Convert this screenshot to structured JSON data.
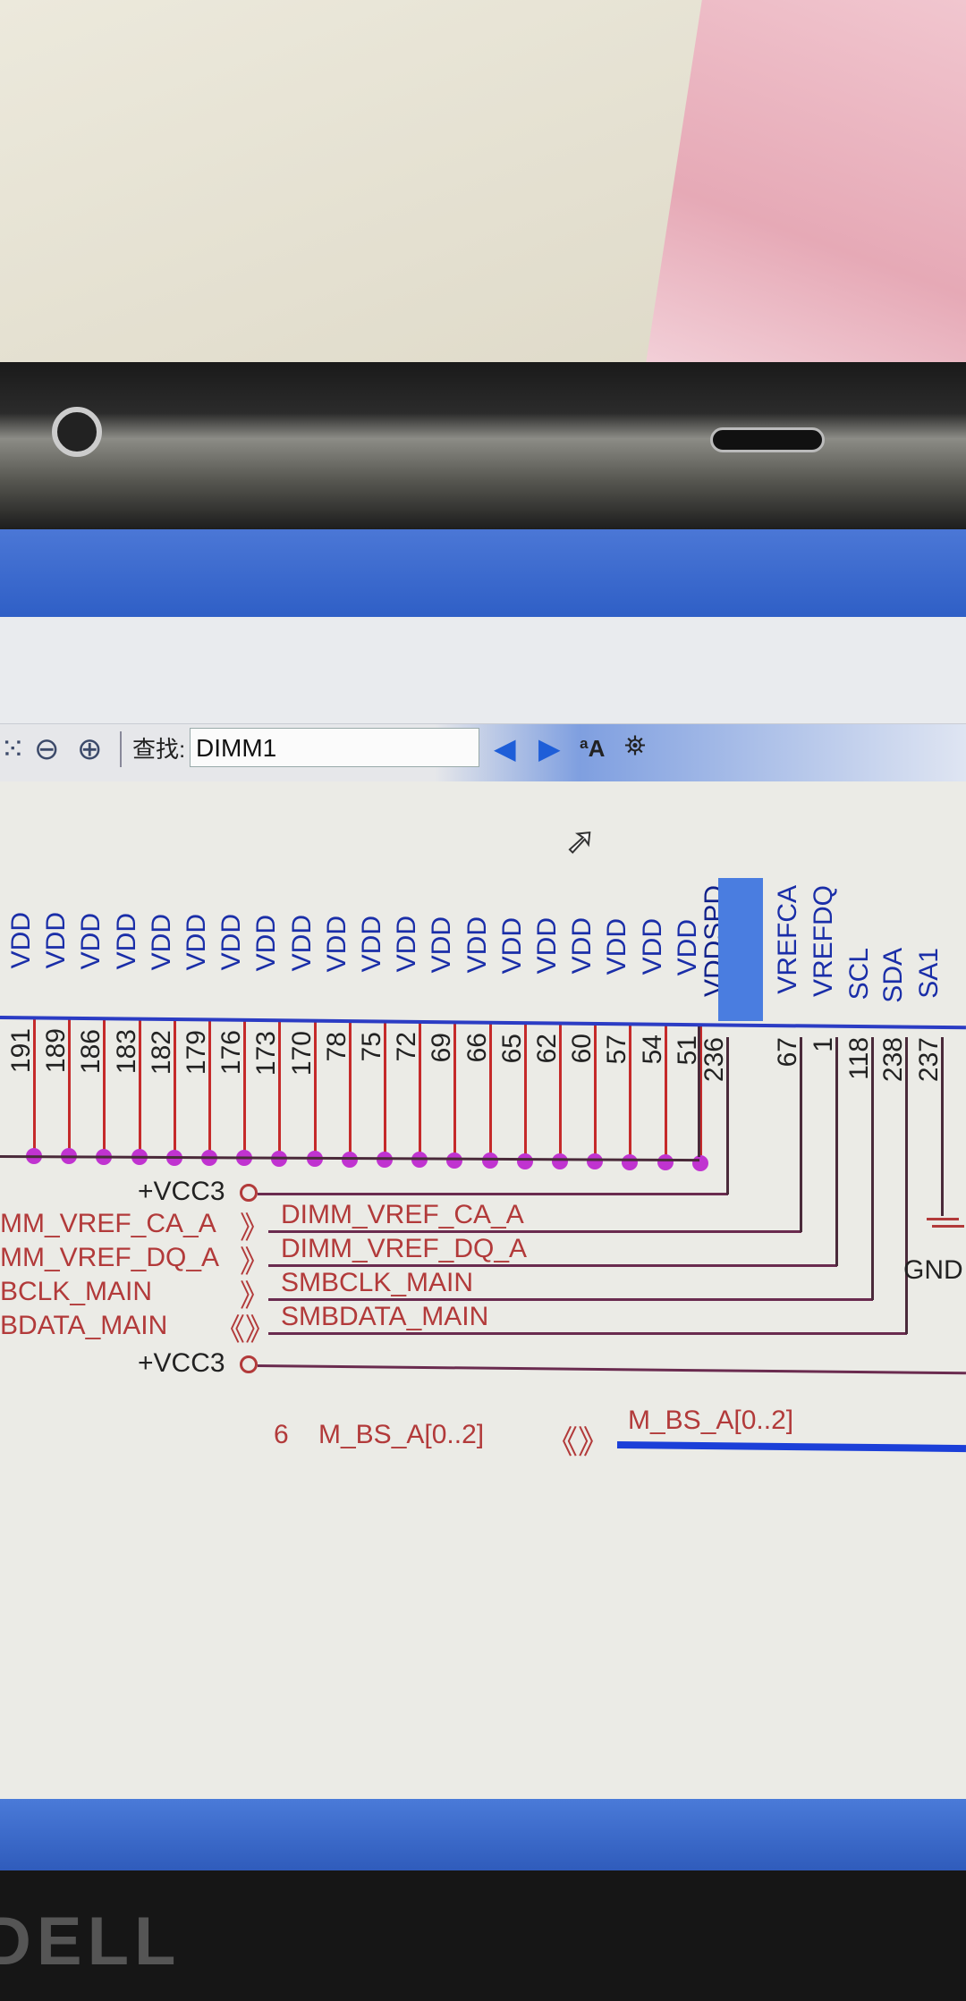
{
  "toolbar": {
    "find_label": "查找:",
    "find_value": "DIMM1"
  },
  "highlight_label": "VDDSPD",
  "vdd_pins": [
    {
      "name": "VDD",
      "pin": "191"
    },
    {
      "name": "VDD",
      "pin": "189"
    },
    {
      "name": "VDD",
      "pin": "186"
    },
    {
      "name": "VDD",
      "pin": "183"
    },
    {
      "name": "VDD",
      "pin": "182"
    },
    {
      "name": "VDD",
      "pin": "179"
    },
    {
      "name": "VDD",
      "pin": "176"
    },
    {
      "name": "VDD",
      "pin": "173"
    },
    {
      "name": "VDD",
      "pin": "170"
    },
    {
      "name": "VDD",
      "pin": "78"
    },
    {
      "name": "VDD",
      "pin": "75"
    },
    {
      "name": "VDD",
      "pin": "72"
    },
    {
      "name": "VDD",
      "pin": "69"
    },
    {
      "name": "VDD",
      "pin": "66"
    },
    {
      "name": "VDD",
      "pin": "65"
    },
    {
      "name": "VDD",
      "pin": "62"
    },
    {
      "name": "VDD",
      "pin": "60"
    },
    {
      "name": "VDD",
      "pin": "57"
    },
    {
      "name": "VDD",
      "pin": "54"
    },
    {
      "name": "VDD",
      "pin": "51"
    }
  ],
  "other_pins": [
    {
      "name": "VDDSPD",
      "pin": "236"
    },
    {
      "name": "VREFCA",
      "pin": "67"
    },
    {
      "name": "VREFDQ",
      "pin": "1"
    },
    {
      "name": "SCL",
      "pin": "118"
    },
    {
      "name": "SDA",
      "pin": "238"
    },
    {
      "name": "SA1",
      "pin": "237"
    }
  ],
  "nets": {
    "vcc3_top": "+VCC3",
    "vcc3_bottom": "+VCC3",
    "left": [
      "MM_VREF_CA_A",
      "MM_VREF_DQ_A",
      "BCLK_MAIN",
      "BDATA_MAIN"
    ],
    "right": [
      "DIMM_VREF_CA_A",
      "DIMM_VREF_DQ_A",
      "SMBCLK_MAIN",
      "SMBDATA_MAIN"
    ],
    "gnd": "GND",
    "bus_page": "6",
    "bus_left": "M_BS_A[0..2]",
    "bus_right": "M_BS_A[0..2]"
  }
}
